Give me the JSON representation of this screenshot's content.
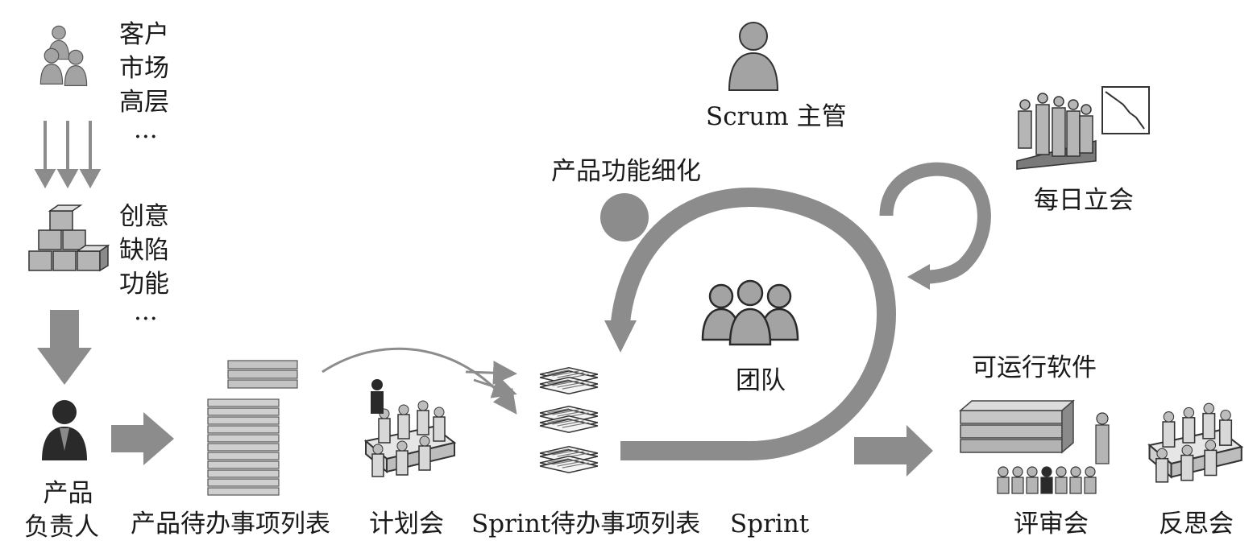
{
  "colors": {
    "arrow_gray": "#8c8c8c",
    "person_gray": "#9a9a9a",
    "person_dark": "#2a2a2a",
    "paper": "#f4f4f4"
  },
  "sources": {
    "lines": [
      "客户",
      "市场",
      "高层",
      "..."
    ]
  },
  "inputs": {
    "lines": [
      "创意",
      "缺陷",
      "功能",
      "..."
    ]
  },
  "roles": {
    "product_owner": [
      "产品",
      "负责人"
    ],
    "scrum_master": "Scrum 主管",
    "team": "团队"
  },
  "artifacts": {
    "product_backlog": "产品待办事项列表",
    "sprint_backlog": "Sprint待办事项列表",
    "working_software": "可运行软件"
  },
  "events": {
    "planning": "计划会",
    "sprint": "Sprint",
    "refinement": "产品功能细化",
    "daily_standup": "每日立会",
    "review": "评审会",
    "retrospective": "反思会"
  },
  "icons": [
    "group-of-people-icon",
    "boxes-pile-icon",
    "product-owner-icon",
    "backlog-stack-icon",
    "planning-meeting-icon",
    "sprint-backlog-docs-icon",
    "scrum-master-icon",
    "team-icon",
    "standup-meeting-icon",
    "burndown-chart-icon",
    "working-software-icon",
    "review-meeting-icon",
    "retrospective-meeting-icon"
  ]
}
